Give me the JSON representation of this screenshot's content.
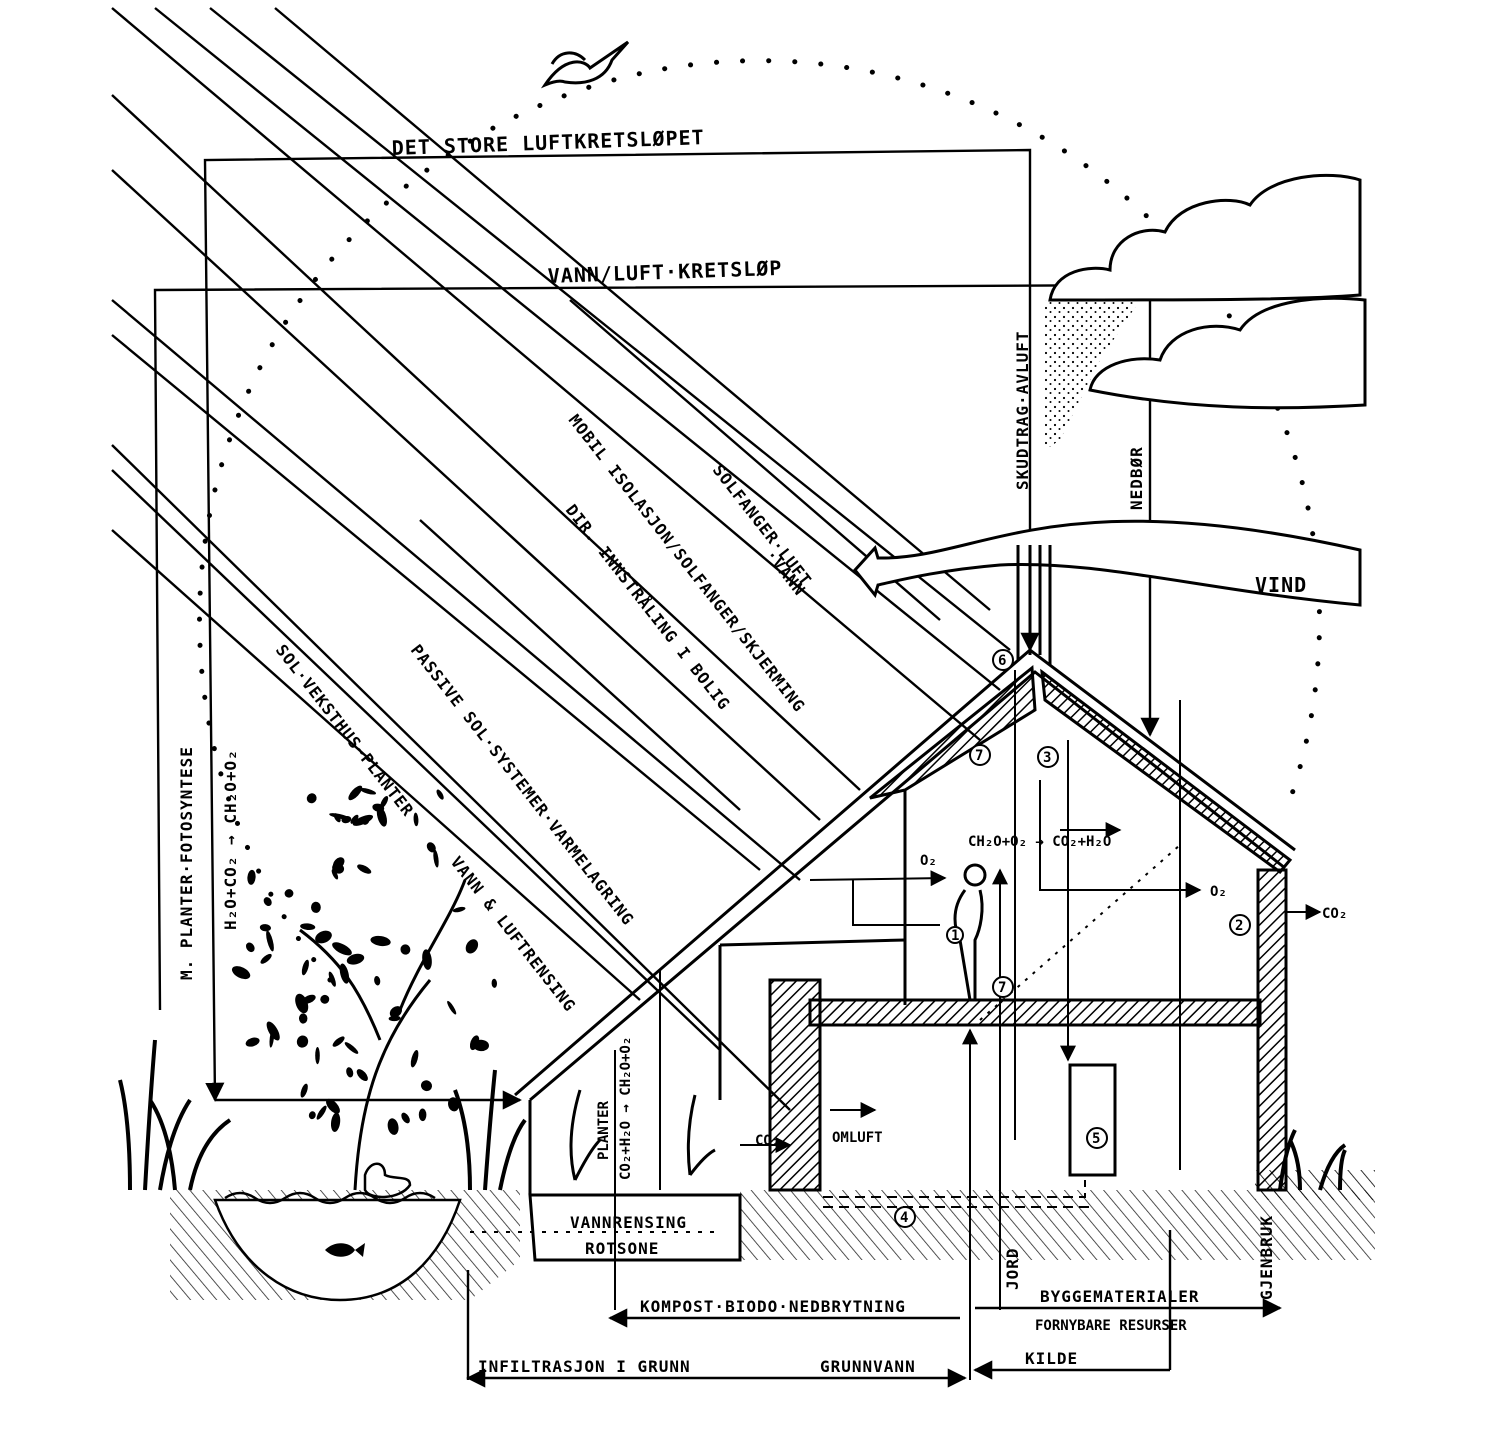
{
  "diagram": {
    "labels": {
      "big_air_cycle": "DET STORE LUFTKRETSLØPET",
      "water_air_cycle": "VANN/LUFT·KRETSLØP",
      "stack_draft": "SKUDTRAG·AVLUFT",
      "precipitation": "NEDBØR",
      "wind": "VIND",
      "plants_photosynthesis": "M. PLANTER·FOTOSYNTESE",
      "photosynthesis_formula": "H₂O+CO₂ → CH₂O+O₂",
      "solar_collector_air": "SOLFANGER·LUFT",
      "solar_collector_water": "·VANN",
      "mobile_insulation": "MOBIL ISOLASJON/SOLFANGER/SKJERMING",
      "direct_radiation": "DIR. INNSTRÅLING I BOLIG",
      "passive_solar": "PASSIVE SOL·SYSTEMER·VARMELAGRING",
      "sun_greenhouse": "SOL·VEKSTHUS~PLANTER",
      "water_air_purification": "VANN & LUFTRENSING",
      "respiration_formula": "CH₂O+O₂ → CO₂+H₂O",
      "o2_left": "O₂",
      "o2_right": "O₂",
      "co2_out": "CO₂",
      "co2_greenhouse": "CO₂",
      "circulating_air": "OMLUFT",
      "greenhouse_formula": "CO₂+H₂O → CH₂O+O₂",
      "plants_vertical": "PLANTER",
      "water_purification": "VANNRENSING",
      "root_zone": "ROTSONE",
      "compost": "KOMPOST·BIODO·NEDBRYTNING",
      "soil": "JORD",
      "building_materials": "BYGGEMATERIALER",
      "renewable_resources": "FORNYBARE RESURSER",
      "reuse": "GJENBRUK",
      "infiltration": "INFILTRASJON I GRUNN",
      "groundwater": "GRUNNVANN",
      "spring": "KILDE"
    },
    "markers": [
      "1",
      "2",
      "3",
      "4",
      "5",
      "6",
      "7",
      "7"
    ]
  }
}
